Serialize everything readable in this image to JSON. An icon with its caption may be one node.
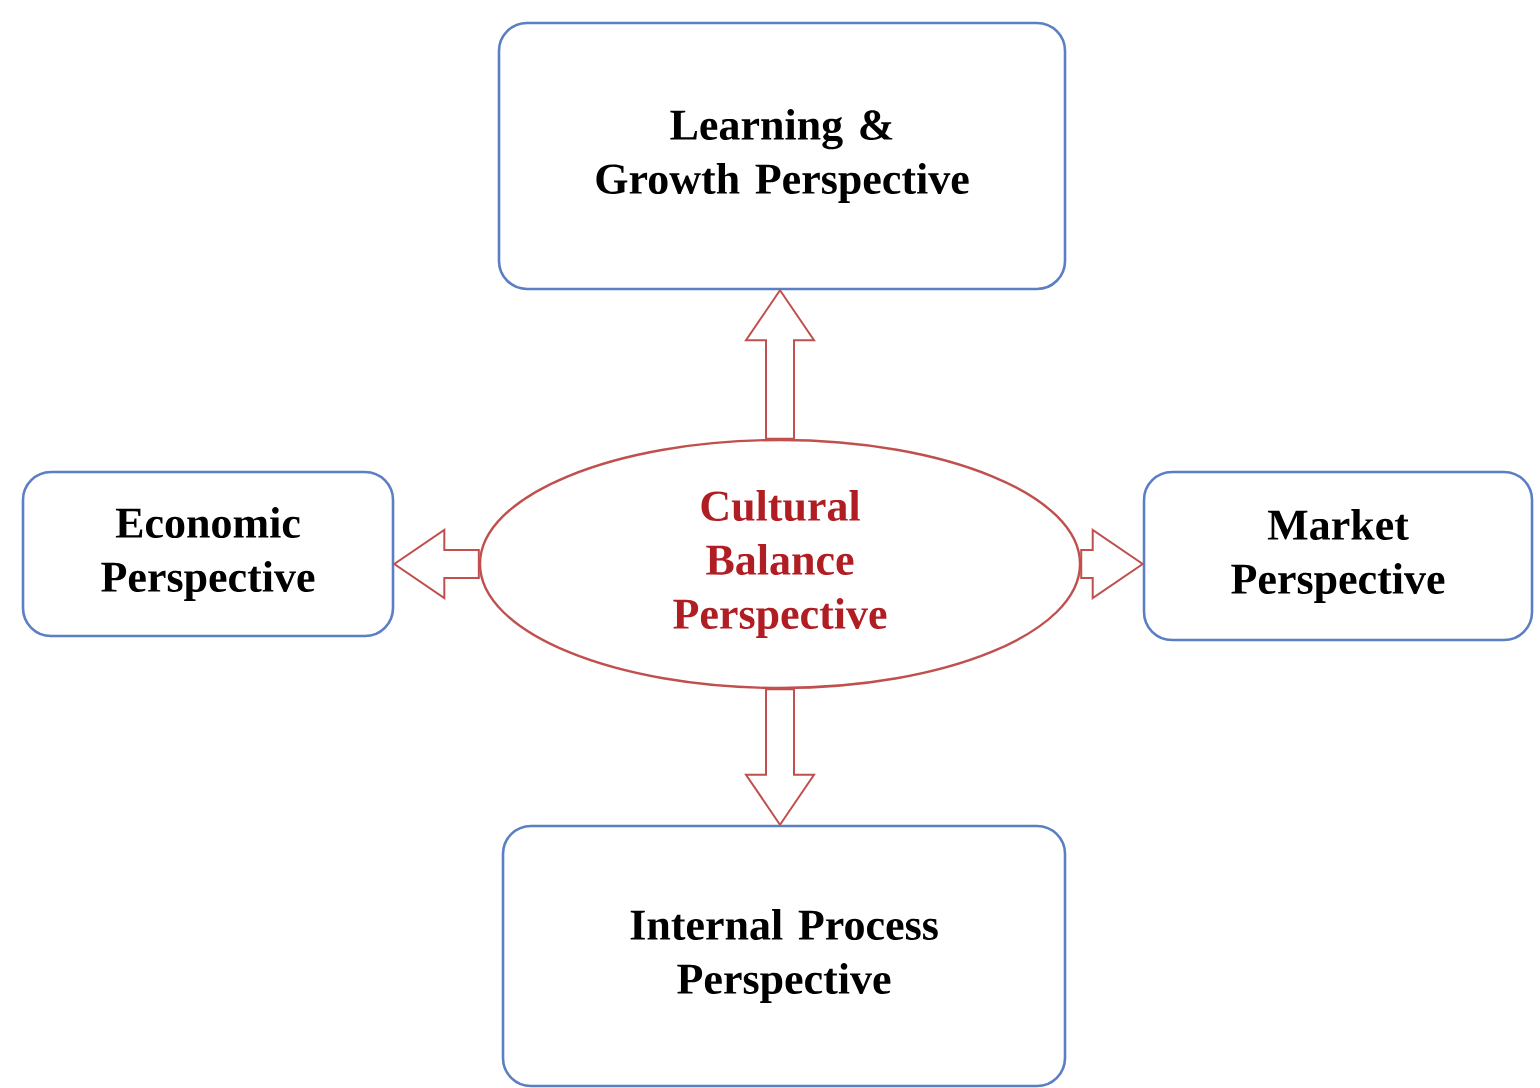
{
  "diagram": {
    "nodes": [
      {
        "text": [
          "Learning & Growth Perspective"
        ]
      },
      {
        "text": [
          "Economic Perspective"
        ]
      },
      {
        "text": [
          "Cultural Balance Perspective"
        ]
      },
      {
        "text": [
          "Market Perspective"
        ]
      },
      {
        "text": [
          "Internal Process Perspective"
        ]
      }
    ],
    "edges": [
      {
        "from": 2,
        "to": 0,
        "arrow": "to"
      },
      {
        "from": 2,
        "to": 1,
        "arrow": "to"
      },
      {
        "from": 2,
        "to": 3,
        "arrow": "to"
      },
      {
        "from": 2,
        "to": 4,
        "arrow": "to"
      }
    ]
  }
}
